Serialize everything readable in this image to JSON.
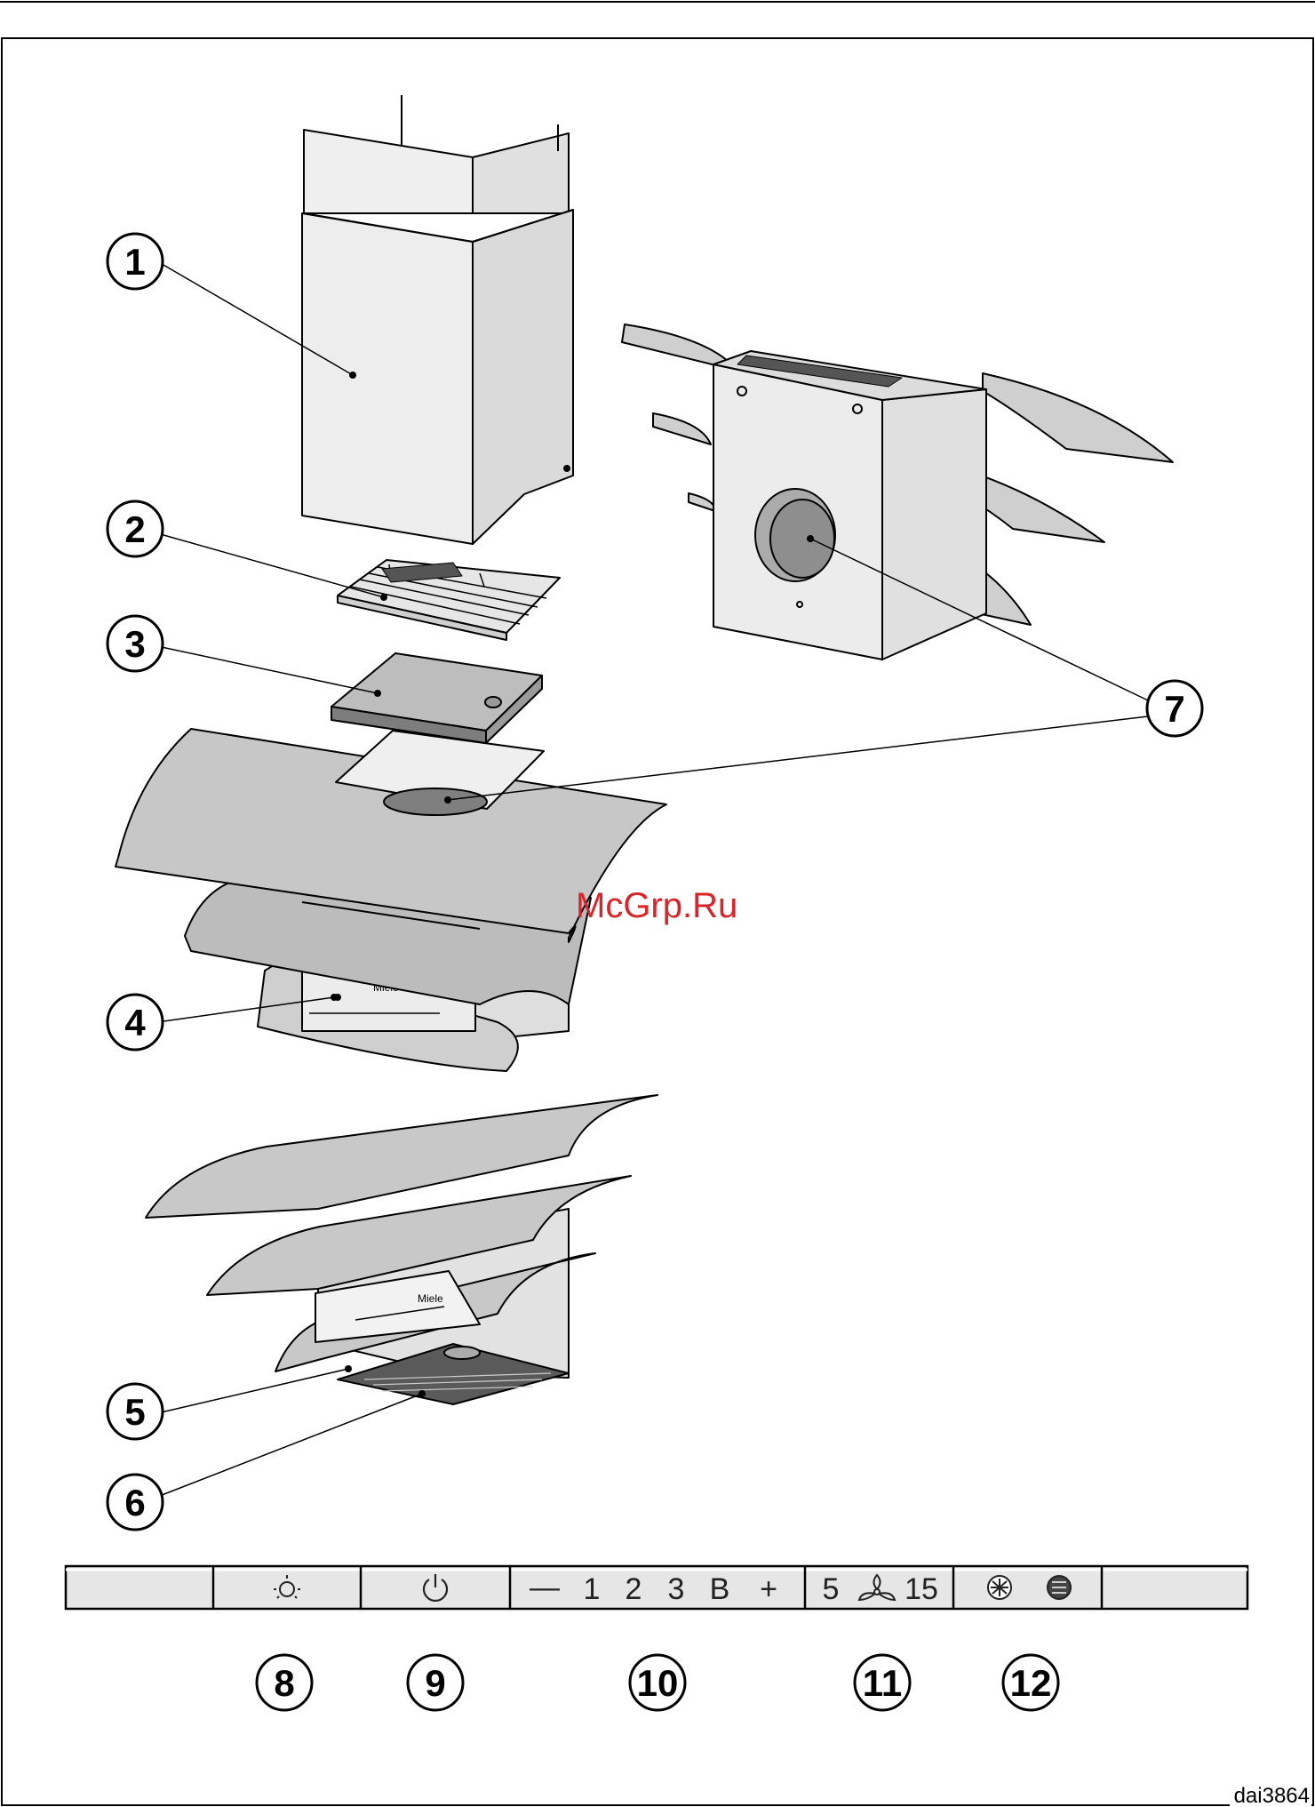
{
  "callouts": {
    "c1": "1",
    "c2": "2",
    "c3": "3",
    "c4": "4",
    "c5": "5",
    "c6": "6",
    "c7": "7",
    "c8": "8",
    "c9": "9",
    "c10": "10",
    "c11": "11",
    "c12": "12"
  },
  "control_panel": {
    "speed_minus": "—",
    "speed_1": "1",
    "speed_2": "2",
    "speed_3": "3",
    "speed_boost": "B",
    "speed_plus": "+",
    "runon_5": "5",
    "runon_15": "15"
  },
  "icons": {
    "light": "light-icon",
    "power": "power-icon",
    "fan": "fan-icon",
    "grease_filter": "grease-filter-icon",
    "odour_filter": "odour-filter-icon"
  },
  "watermark": "McGrp.Ru",
  "drawing_code": "dai3864",
  "colors": {
    "line": "#000000",
    "fill_light": "#ededed",
    "fill_mid": "#c9c9c9",
    "fill_dark": "#8f8f8f",
    "watermark": "#d9252a"
  }
}
